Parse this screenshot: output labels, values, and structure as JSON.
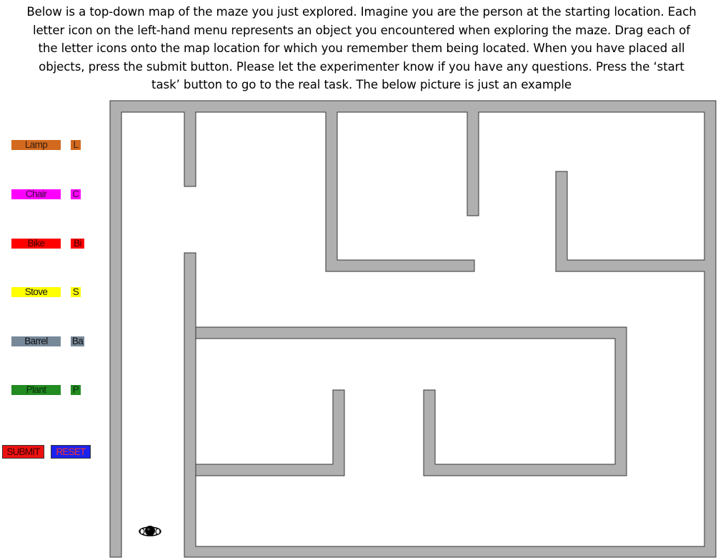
{
  "instructions": {
    "lines": [
      "Below is a top-down map of the maze you just explored. Imagine you are the person at the starting location. Each",
      "letter icon on the left-hand menu represents an object you encountered when exploring the maze. Drag each of",
      "the letter icons onto the map location for which you remember them being located. When you have placed all",
      "objects, press the submit button. Please let the experimenter know if you have any questions. Press the ‘start",
      "task’ button to go to the real task. The below picture is just an example"
    ]
  },
  "objects": [
    {
      "label": "Lamp",
      "icon": "L",
      "color": "#d2691e",
      "text_color": "#3a2010"
    },
    {
      "label": "Chair",
      "icon": "C",
      "color": "#ff00ff",
      "text_color": "#3a0a3a"
    },
    {
      "label": "Bike",
      "icon": "Bi",
      "color": "#ff0000",
      "text_color": "#3a0000"
    },
    {
      "label": "Stove",
      "icon": "S",
      "color": "#ffff00",
      "text_color": "#111111"
    },
    {
      "label": "Barrel",
      "icon": "Ba",
      "color": "#778899",
      "text_color": "#111111"
    },
    {
      "label": "Plant",
      "icon": "P",
      "color": "#228b22",
      "text_color": "#0a2a0a"
    }
  ],
  "buttons": {
    "submit_label": "SUBMIT",
    "reset_label": "RESET"
  },
  "colors": {
    "maze_wall": "#b0b0b0",
    "maze_wall_stroke": "#333333"
  },
  "icons": {
    "start_marker": "person-topdown-icon"
  }
}
